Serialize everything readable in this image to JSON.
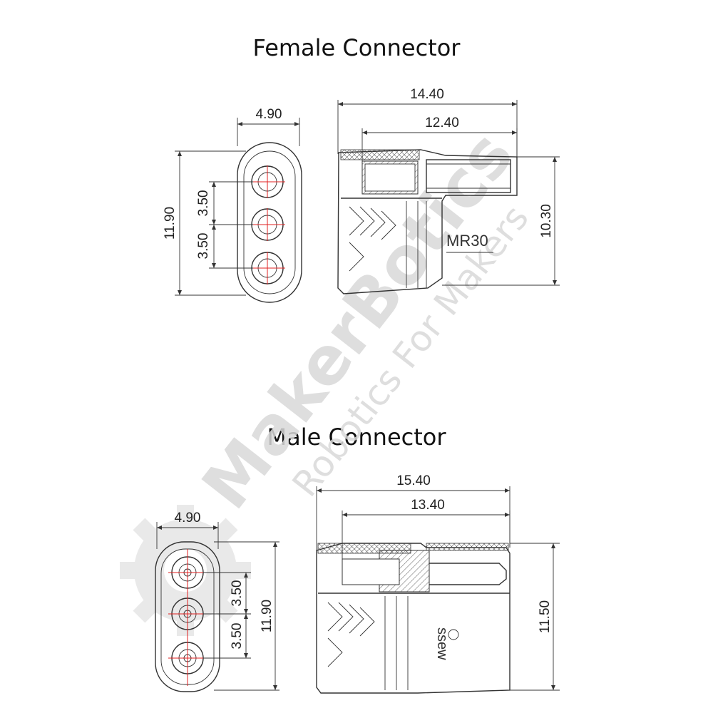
{
  "female": {
    "title": "Female Connector",
    "dims": {
      "width": "4.90",
      "height": "11.90",
      "pitch_top": "3.50",
      "pitch_bottom": "3.50",
      "overall_length": "14.40",
      "inner_length": "12.40",
      "side_height": "10.30"
    },
    "marking": "MR30"
  },
  "male": {
    "title": "Male Connector",
    "dims": {
      "width": "4.90",
      "height": "11.90",
      "pitch_top": "3.50",
      "pitch_bottom": "3.50",
      "overall_length": "15.40",
      "inner_length": "13.40",
      "side_height": "11.50"
    },
    "marking": "ssew"
  },
  "watermark": {
    "brand": "MakerBotics",
    "tagline": "Robotics For Makers"
  },
  "colors": {
    "outline": "#333333",
    "centerline": "#e02020",
    "watermark": "#d9d9d9"
  }
}
